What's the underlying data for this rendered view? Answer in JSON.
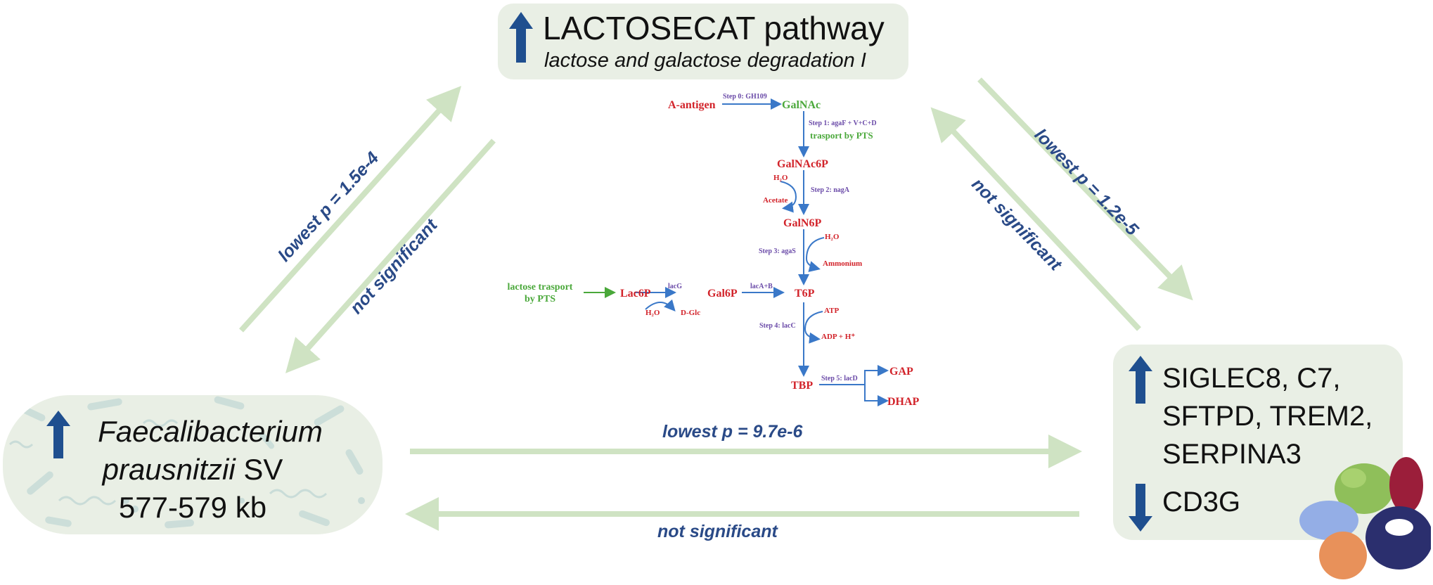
{
  "pathway": {
    "title": "LACTOSECAT pathway",
    "subtitle": "lactose and galactose degradation I"
  },
  "bacteria": {
    "name_line1": "Faecalibacterium",
    "name_line2_italic": "prausnitzii",
    "name_line2_rest": " SV",
    "name_line3": "577-579 kb"
  },
  "genes": {
    "up_line1": "SIGLEC8, C7,",
    "up_line2": "SFTPD, TREM2,",
    "up_line3": "SERPINA3",
    "down_line1": "CD3G"
  },
  "edges": {
    "bacteria_to_pathway": "lowest p = 1.5e-4",
    "pathway_to_bacteria": "not significant",
    "pathway_to_genes": "lowest p = 1.2e-5",
    "genes_to_pathway": "not significant",
    "bacteria_to_genes": "lowest p = 9.7e-6",
    "genes_to_bacteria": "not significant"
  },
  "pathway_diagram": {
    "a_antigen": "A-antigen",
    "step0": "Step 0: GH109",
    "galnac": "GalNAc",
    "step1": "Step 1: agaF + V+C+D",
    "trasport_pts": "trasport by PTS",
    "galnac6p": "GalNAc6P",
    "h2o_1": "H₂O",
    "step2": "Step 2: nagA",
    "acetate": "Acetate",
    "galn6p": "GalN6P",
    "h2o_2": "H₂O",
    "step3": "Step 3: agaS",
    "ammonium": "Ammonium",
    "lactose_trasport_1": "lactose trasport",
    "lactose_trasport_2": "by PTS",
    "lac6p": "Lac6P",
    "lacg": "lacG",
    "h2o_3": "H₂O",
    "dglc": "D-Glc",
    "gal6p": "Gal6P",
    "laca": "lacA+B",
    "t6p": "T6P",
    "atp": "ATP",
    "step4": "Step 4: lacC",
    "adp": "ADP + H⁺",
    "tbp": "TBP",
    "step5": "Step 5: lacD",
    "gap": "GAP",
    "dhap": "DHAP"
  },
  "colors": {
    "arrow_green": "#cfe3c3",
    "label_blue": "#2a4a87",
    "up_down_arrow": "#1f4f8f",
    "box_bg": "#e9efe5",
    "metabolite_red": "#d2232a",
    "enzyme_purple": "#6a4aa8",
    "transport_green": "#4aa83a",
    "flow_blue": "#3a78c8"
  },
  "icons": {
    "up": "up-arrow-icon",
    "down": "down-arrow-icon",
    "bacteria": "bacteria-background-icon",
    "protein": "protein-structure-icon"
  }
}
